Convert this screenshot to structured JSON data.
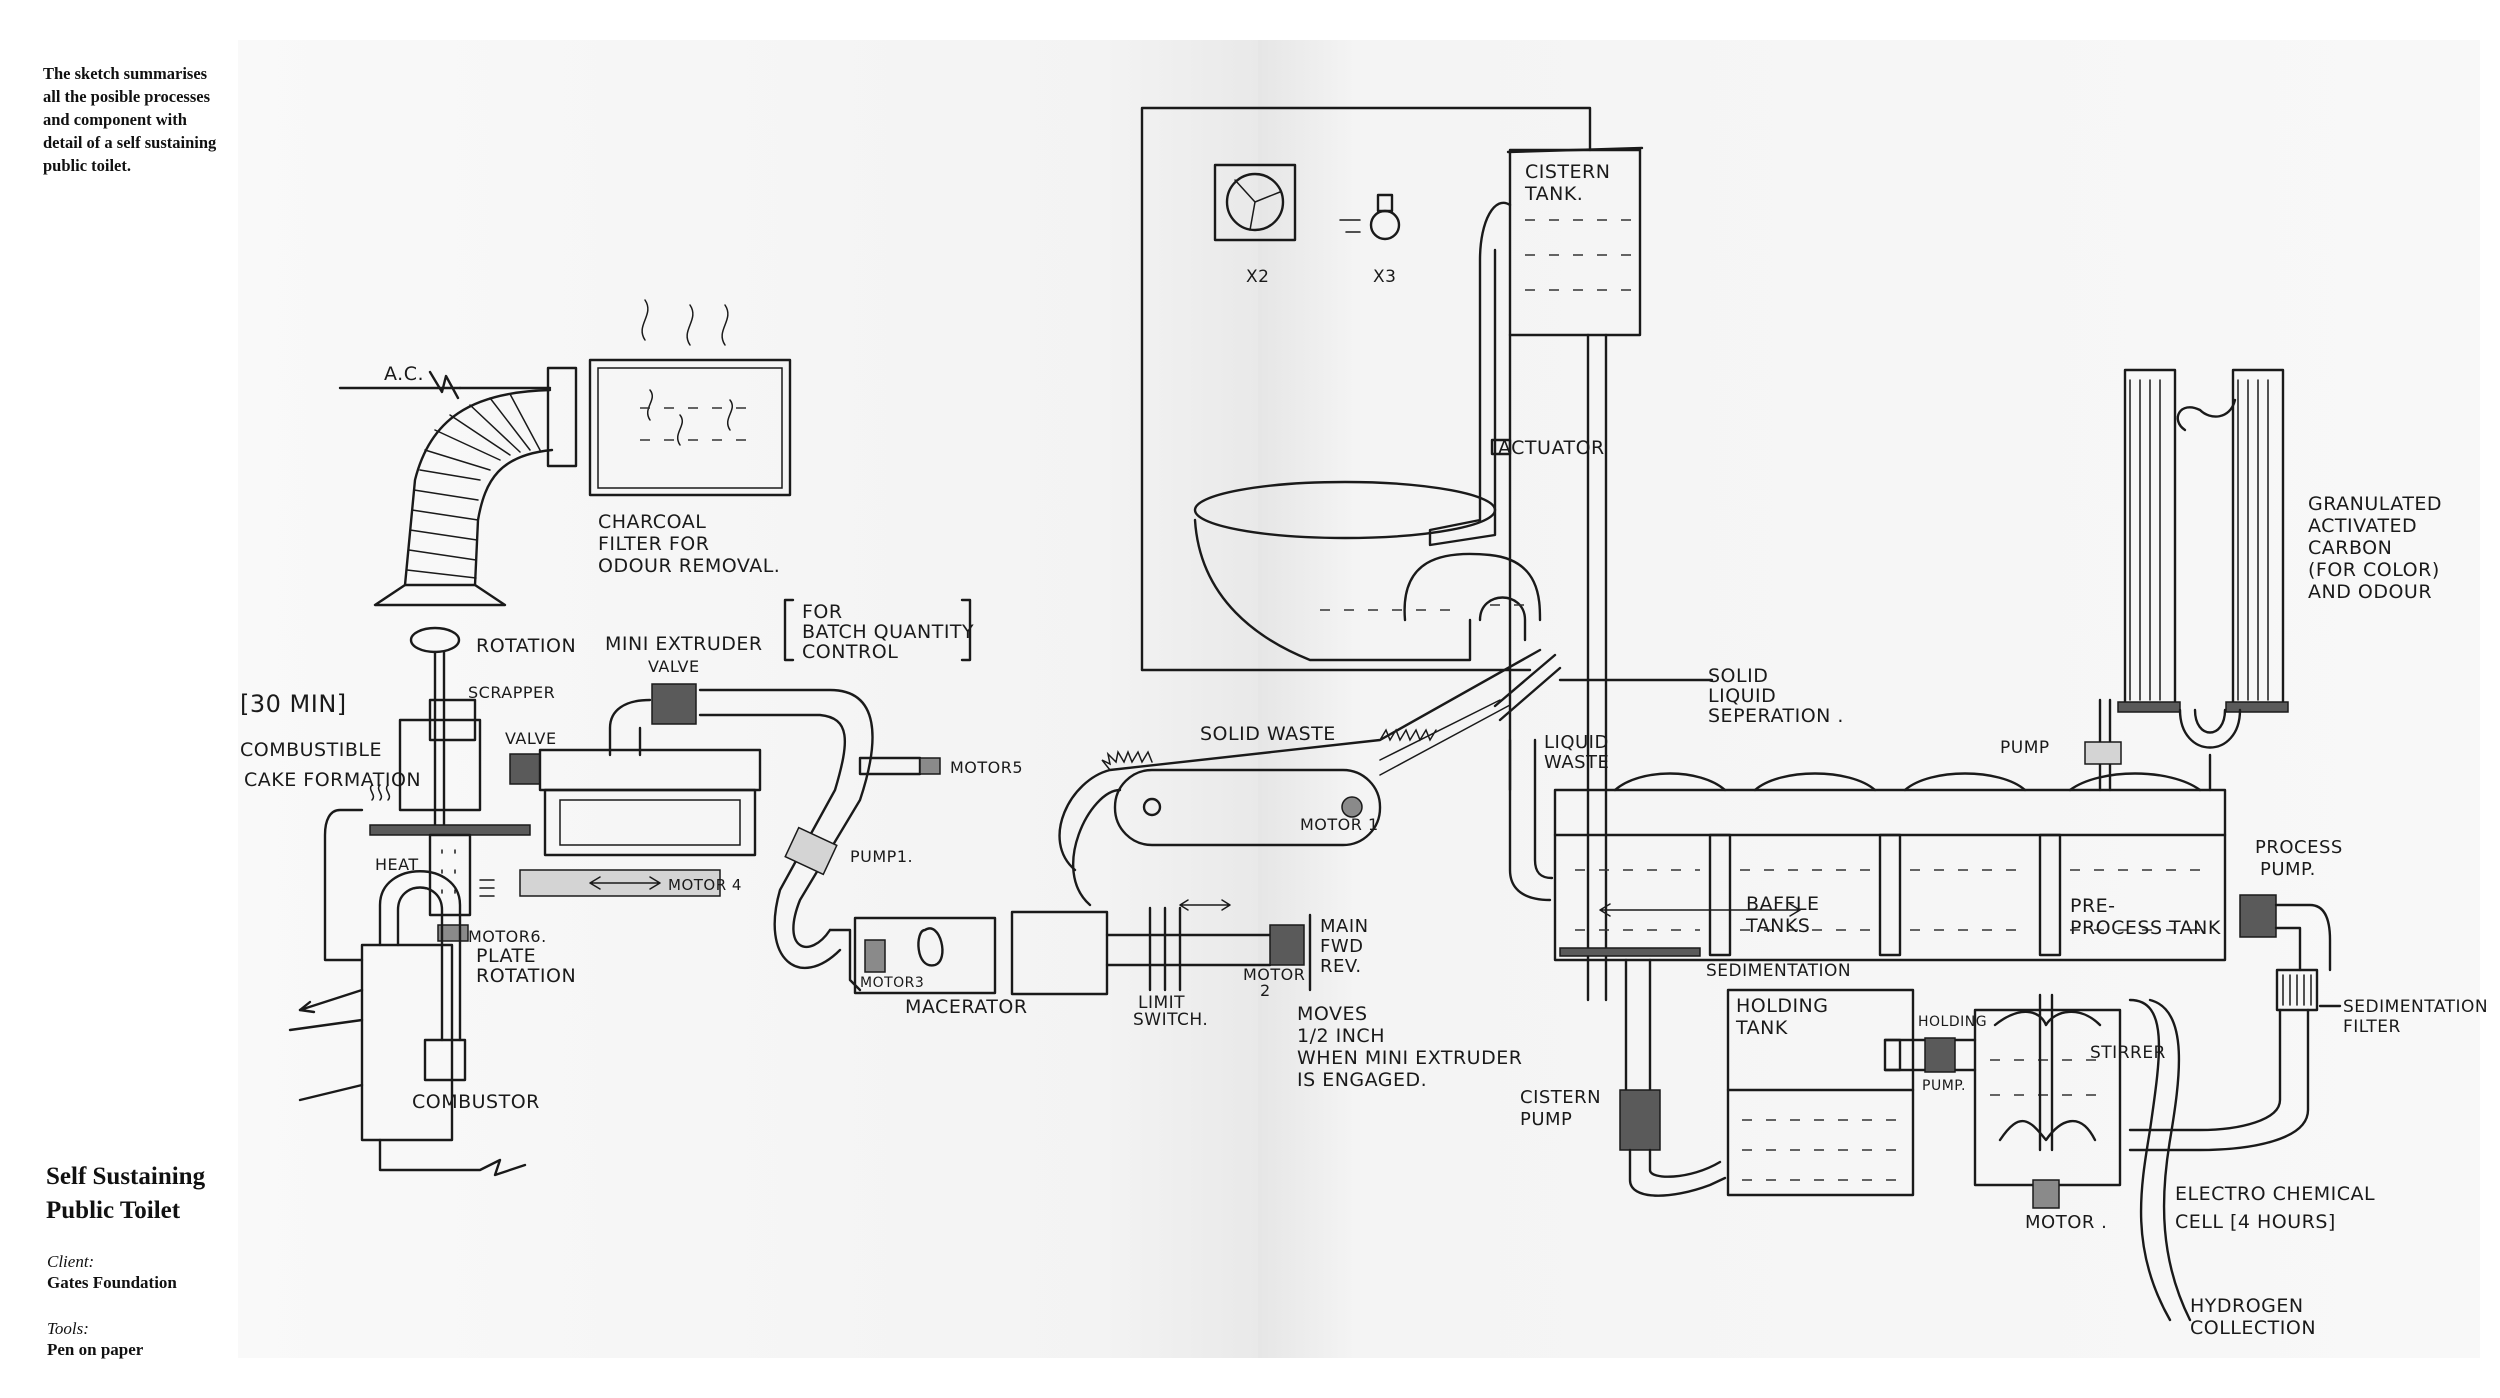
{
  "sidebar": {
    "intro": "The sketch summarises all the posible processes and component with detail of a self sustaining public toilet.",
    "title": "Self Sustaining Public Toilet",
    "client_label": "Client:",
    "client_value": "Gates Foundation",
    "tools_label": "Tools:",
    "tools_value": "Pen on paper"
  },
  "labels": {
    "ac": "A.C.",
    "charcoal1": "CHARCOAL",
    "charcoal2": "FILTER  FOR",
    "charcoal3": "ODOUR REMOVAL.",
    "rotation": "ROTATION",
    "mini_extruder": "MINI EXTRUDER",
    "batch1": "FOR",
    "batch2": "BATCH QUANTITY",
    "batch3": "CONTROL",
    "thirty_min": "[30 MIN]",
    "scrapper": "SCRAPPER",
    "valve_top": "VALVE",
    "valve_left": "VALVE",
    "combustible1": "COMBUSTIBLE",
    "combustible2": "CAKE FORMATION",
    "motor5": "MOTOR5",
    "heat": "HEAT",
    "motor4": "MOTOR 4",
    "pump1": "PUMP1.",
    "motor6": "MOTOR6.",
    "plate1": "PLATE",
    "plate2": "ROTATION",
    "combustor": "COMBUSTOR",
    "solid_waste": "SOLID WASTE",
    "motor1": "MOTOR 1",
    "motor3": "MOTOR3",
    "macerator": "MACERATOR",
    "limit1": "LIMIT",
    "limit2": "SWITCH.",
    "motor2a": "MOTOR",
    "motor2b": "2",
    "main1": "MAIN",
    "main2": "FWD",
    "main3": "REV.",
    "moves1": "MOVES",
    "moves2": "1/2 INCH",
    "moves3": "WHEN MINI EXTRUDER",
    "moves4": "IS ENGAGED.",
    "x2": "X2",
    "x3": "X3",
    "cistern_tank1": "CISTERN",
    "cistern_tank2": "TANK.",
    "actuator": "ACTUATOR",
    "sls1": "SOLID",
    "sls2": "LIQUID",
    "sls3": "SEPERATION .",
    "liquid1": "LIQUID",
    "liquid2": "WASTE",
    "pump": "PUMP",
    "baffle1": "BAFFLE",
    "baffle2": "TANKS",
    "sedimentation": "SEDIMENTATION",
    "pre1": "PRE-",
    "pre2": "PROCESS TANK",
    "process1": "PROCESS",
    "process2": "PUMP.",
    "gac1": "GRANULATED",
    "gac2": "ACTIVATED",
    "gac3": "CARBON",
    "gac4": "(FOR COLOR)",
    "gac5": "AND ODOUR",
    "holding1": "HOLDING",
    "holding2": "TANK",
    "holding_pump1": "HOLDING",
    "holding_pump2": "PUMP.",
    "stirrer": "STIRRER",
    "sed_filter1": "SEDIMENTATION",
    "sed_filter2": "FILTER",
    "cistern_pump1": "CISTERN",
    "cistern_pump2": "PUMP",
    "motor": "MOTOR .",
    "electro1": "ELECTRO CHEMICAL",
    "electro2": "CELL  [4 HOURS]",
    "hydrogen1": "HYDROGEN",
    "hydrogen2": "COLLECTION"
  }
}
